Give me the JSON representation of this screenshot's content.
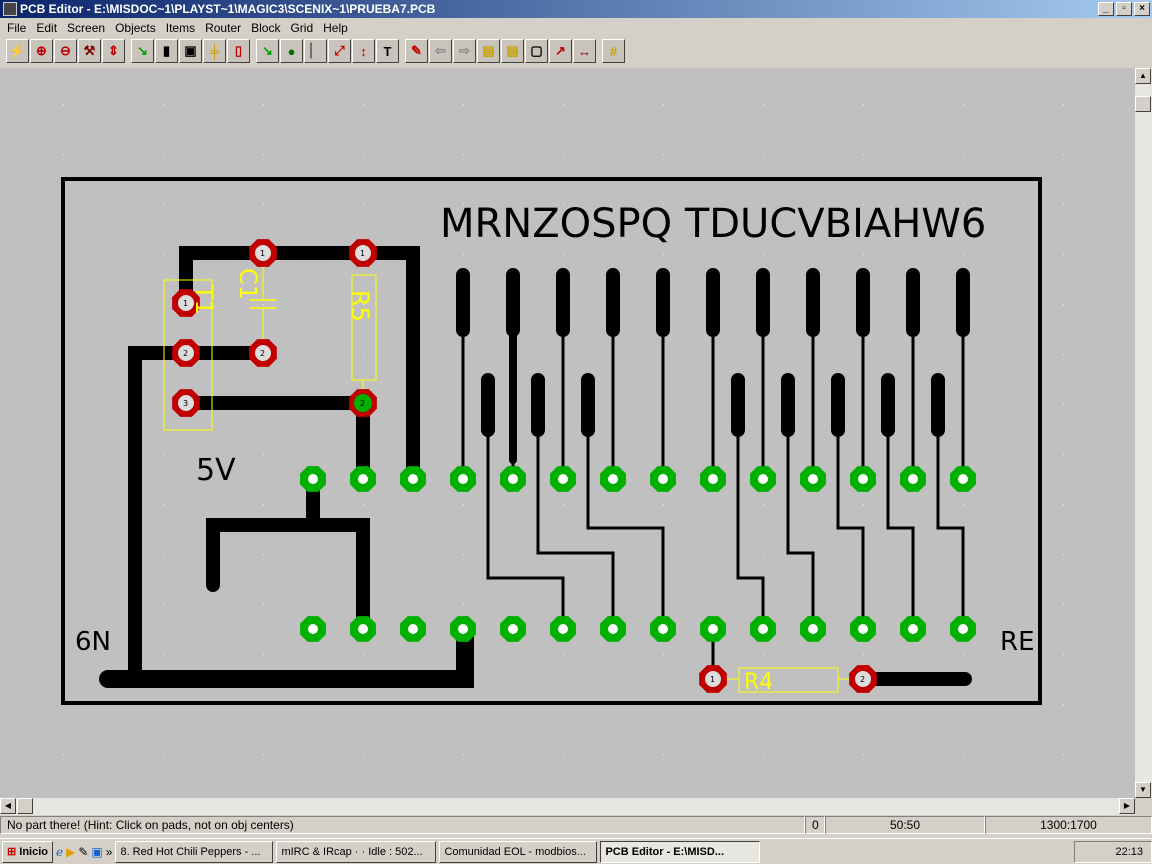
{
  "window": {
    "title": "PCB Editor - E:\\MISDOC~1\\PLAYST~1\\MAGIC3\\SCENIX~1\\PRUEBA7.PCB",
    "min": "_",
    "max": "▫",
    "close": "×"
  },
  "menu": [
    "File",
    "Edit",
    "Screen",
    "Objects",
    "Items",
    "Router",
    "Block",
    "Grid",
    "Help"
  ],
  "toolbar": [
    {
      "name": "autoroute",
      "g": "⚡",
      "c": "#c00000"
    },
    {
      "name": "zoom-in",
      "g": "⊕",
      "c": "#c00000"
    },
    {
      "name": "zoom-out",
      "g": "⊖",
      "c": "#c00000"
    },
    {
      "name": "tools",
      "g": "⚒",
      "c": "#800000"
    },
    {
      "name": "layers",
      "g": "⇕",
      "c": "#c00000"
    },
    {
      "sep": true
    },
    {
      "name": "place-part",
      "g": "↘",
      "c": "#00a000"
    },
    {
      "name": "ic",
      "g": "▮",
      "c": "#000"
    },
    {
      "name": "transistor",
      "g": "▣",
      "c": "#000"
    },
    {
      "name": "capacitor",
      "g": "╪",
      "c": "#c8a000"
    },
    {
      "name": "resistor",
      "g": "▯",
      "c": "#c00000"
    },
    {
      "sep": true
    },
    {
      "name": "place-track",
      "g": "↘",
      "c": "#00a000"
    },
    {
      "name": "pad",
      "g": "●",
      "c": "#007000"
    },
    {
      "name": "slot",
      "g": "▏",
      "c": "#666"
    },
    {
      "name": "arc",
      "g": "⤢",
      "c": "#c00000"
    },
    {
      "name": "via",
      "g": "↕",
      "c": "#c00000"
    },
    {
      "name": "text",
      "g": "T",
      "c": "#000"
    },
    {
      "sep": true
    },
    {
      "name": "erase",
      "g": "✎",
      "c": "#c00000"
    },
    {
      "name": "undo",
      "g": "⇦",
      "c": "#888"
    },
    {
      "name": "redo",
      "g": "⇨",
      "c": "#888"
    },
    {
      "name": "block1",
      "g": "▤",
      "c": "#c8a000"
    },
    {
      "name": "block2",
      "g": "▤",
      "c": "#c8a000"
    },
    {
      "name": "block3",
      "g": "▢",
      "c": "#000"
    },
    {
      "name": "route",
      "g": "↗",
      "c": "#c00000"
    },
    {
      "name": "mirror",
      "g": "↔",
      "c": "#800000"
    },
    {
      "sep": true
    },
    {
      "name": "grid",
      "g": "#",
      "c": "#c8a000"
    }
  ],
  "board": {
    "title_text": "MRNZOSPQ TDUCVBIAHW6",
    "label_5v": "5V",
    "label_6n": "6N",
    "label_re": "RE",
    "parts": {
      "c1": "C1",
      "r5": "R5",
      "r4": "R4",
      "t1": "T1"
    },
    "pin1": "1",
    "pin2": "2",
    "pin3": "3"
  },
  "status": {
    "message": "No part there! (Hint: Click on pads, not on obj centers)",
    "layer": "0",
    "grid": "50:50",
    "coords": "1300:1700"
  },
  "taskbar": {
    "start": "Inicio",
    "tasks": [
      "8. Red Hot Chili Peppers - ...",
      "mIRC & IRcap · · Idle : 502...",
      "Comunidad EOL - modbios...",
      "PCB Editor - E:\\MISD..."
    ],
    "clock": "22:13"
  },
  "colors": {
    "board": "#c0c0c0",
    "track": "#000000",
    "pad_green": "#00b000",
    "pad_red": "#c00000",
    "silk": "#ffff00"
  }
}
